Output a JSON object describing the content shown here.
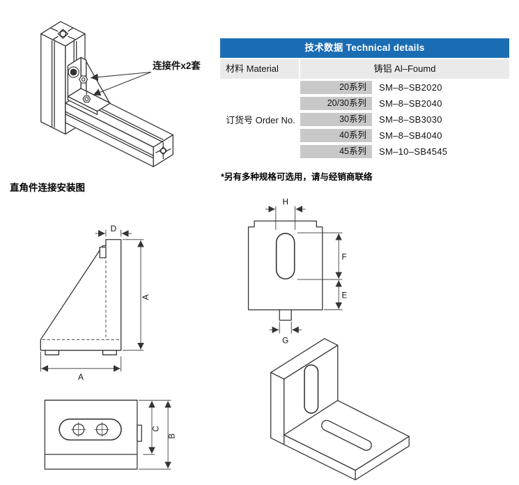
{
  "install_figure": {
    "callout_label": "连接件x2套",
    "caption": "直角件连接安装图"
  },
  "table": {
    "header": "技术数据 Technical details",
    "material_label": "材料 Material",
    "material_value": "铸铝 Al–Foumd",
    "order_label": "订货号 Order No.",
    "orders": [
      {
        "series": "20系列",
        "code": "SM–8–SB2020"
      },
      {
        "series": "20/30系列",
        "code": "SM–8–SB2040"
      },
      {
        "series": "30系列",
        "code": "SM–8–SB3030"
      },
      {
        "series": "40系列",
        "code": "SM–8–SB4040"
      },
      {
        "series": "45系列",
        "code": "SM–10–SB4545"
      }
    ],
    "note": "*另有多种规格可选用，请与经销商联络"
  },
  "dims": {
    "d": "D",
    "a_vertical": "A",
    "a_horizontal": "A",
    "c": "C",
    "b": "B",
    "h": "H",
    "f": "F",
    "e": "E",
    "g": "G"
  },
  "colors": {
    "header_blue": "#1b6db3",
    "row_gray": "#eaeaea",
    "chip_gray": "#c8c8c8",
    "line": "#333333"
  }
}
